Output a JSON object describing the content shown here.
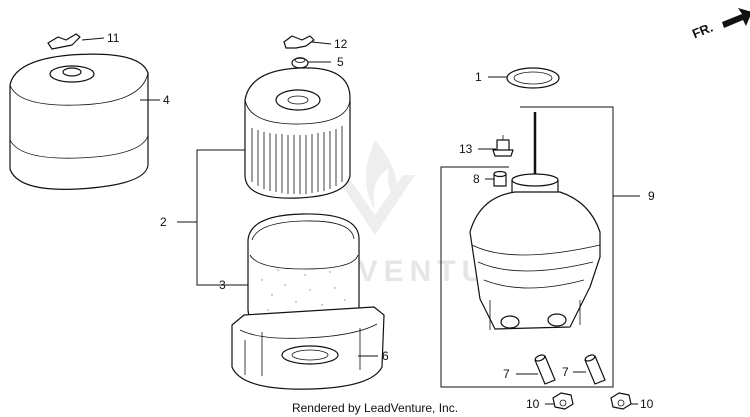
{
  "watermark": "LEADVENTURE",
  "direction_label": "FR.",
  "footer": "Rendered by LeadVenture, Inc.",
  "callouts": {
    "c1": "1",
    "c2": "2",
    "c3": "3",
    "c4": "4",
    "c5": "5",
    "c6": "6",
    "c7a": "7",
    "c7b": "7",
    "c8": "8",
    "c9": "9",
    "c10a": "10",
    "c10b": "10",
    "c11": "11",
    "c12": "12",
    "c13": "13"
  }
}
